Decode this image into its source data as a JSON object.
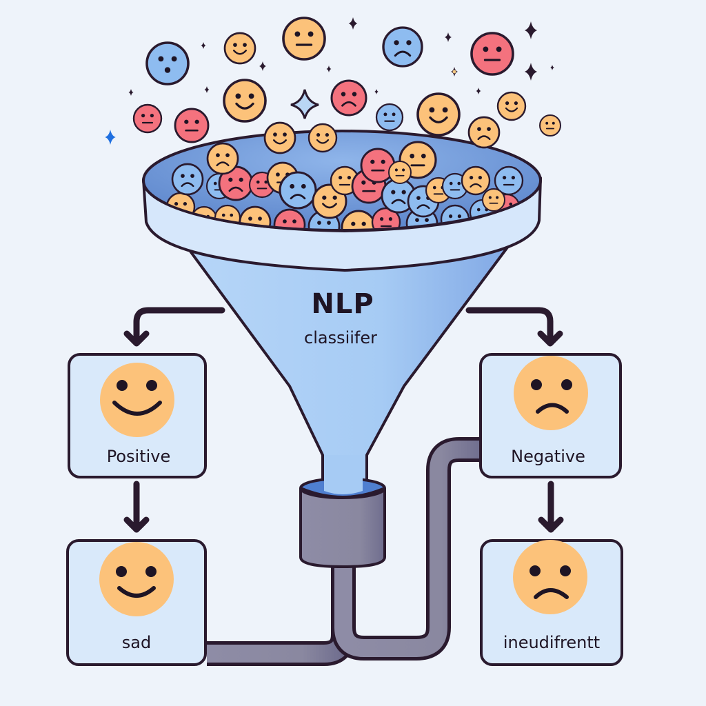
{
  "diagram": {
    "title": "NLP",
    "subtitle": "classiifer",
    "description": "Emoji faces pouring into an NLP classifier funnel that routes into sentiment output boxes",
    "colors": {
      "background": "#eef3fa",
      "outline": "#2a1a2e",
      "funnel_body": "#a9cdf5",
      "funnel_rim": "#d6e7fb",
      "funnel_inside": "#6b94d6",
      "pipe": "#8c8aa3",
      "box_fill": "#d9e9fa",
      "face_yellow": "#fcc27a",
      "face_red": "#f4727e",
      "face_blue": "#8ebcf0",
      "sparkle_accent": "#1f6fe0"
    },
    "outputs": [
      {
        "id": "positive",
        "label": "Positive",
        "face": "smile"
      },
      {
        "id": "negative",
        "label": "Negative",
        "face": "frown"
      },
      {
        "id": "sad",
        "label": "sad",
        "face": "smile"
      },
      {
        "id": "indifferent",
        "label": "ineudifrentt",
        "face": "frown"
      }
    ],
    "connections": [
      {
        "from": "funnel",
        "to": "positive",
        "type": "arrow"
      },
      {
        "from": "funnel",
        "to": "negative",
        "type": "arrow"
      },
      {
        "from": "positive",
        "to": "sad",
        "type": "arrow"
      },
      {
        "from": "negative",
        "to": "indifferent",
        "type": "arrow"
      },
      {
        "from": "funnel-spout",
        "to": "negative",
        "type": "pipe"
      },
      {
        "from": "funnel-spout",
        "to": "sad",
        "type": "pipe"
      }
    ],
    "input_faces": {
      "moods": [
        "smile",
        "neutral",
        "frown",
        "surprised"
      ],
      "colors": [
        "yellow",
        "red",
        "blue"
      ]
    }
  }
}
